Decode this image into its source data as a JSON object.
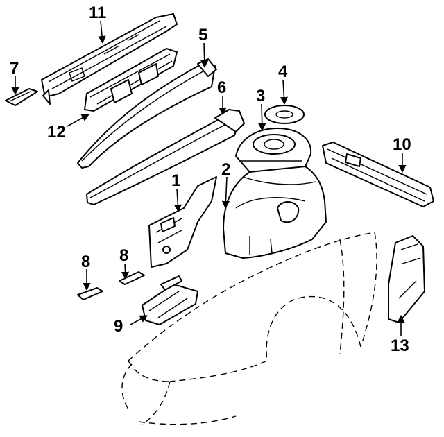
{
  "callouts": [
    {
      "id": "1",
      "text": "1"
    },
    {
      "id": "2",
      "text": "2"
    },
    {
      "id": "3",
      "text": "3"
    },
    {
      "id": "4",
      "text": "4"
    },
    {
      "id": "5",
      "text": "5"
    },
    {
      "id": "6",
      "text": "6"
    },
    {
      "id": "7",
      "text": "7"
    },
    {
      "id": "8a",
      "text": "8"
    },
    {
      "id": "8b",
      "text": "8"
    },
    {
      "id": "9",
      "text": "9"
    },
    {
      "id": "10",
      "text": "10"
    },
    {
      "id": "11",
      "text": "11"
    },
    {
      "id": "12",
      "text": "12"
    },
    {
      "id": "13",
      "text": "13"
    }
  ]
}
